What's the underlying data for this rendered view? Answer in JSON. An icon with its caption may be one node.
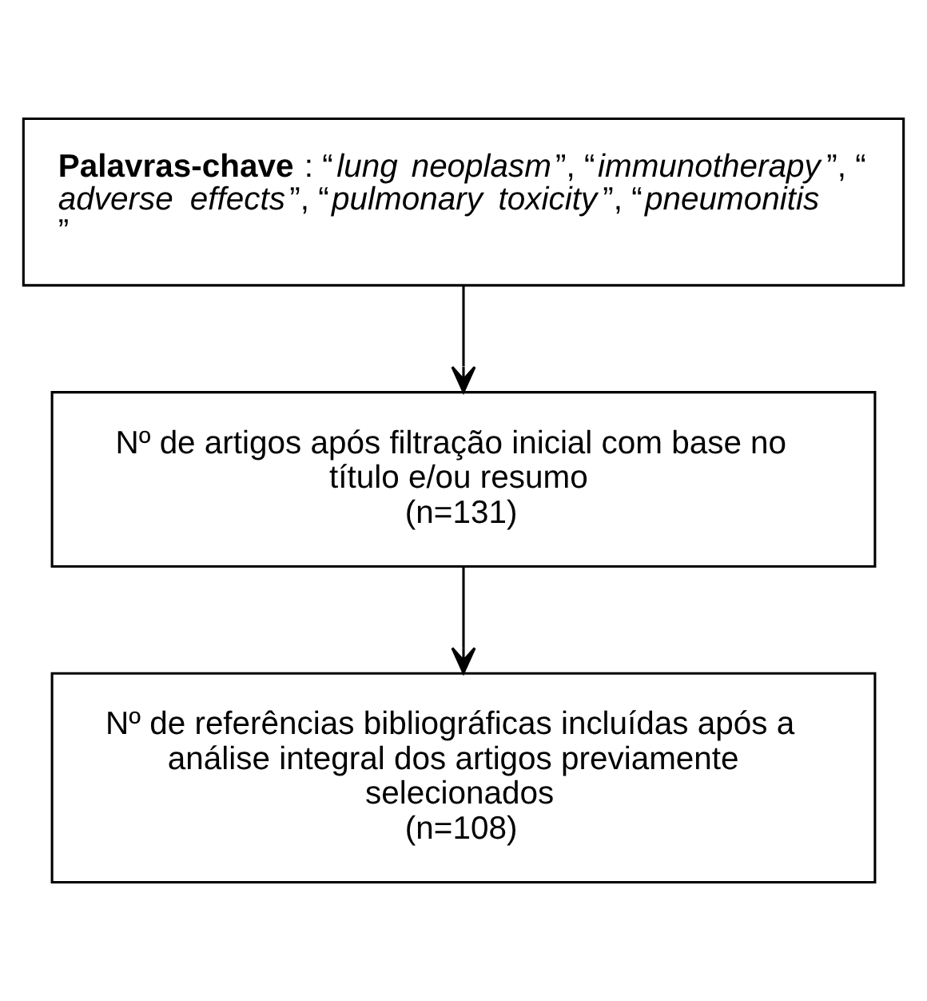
{
  "diagram": {
    "nodes": [
      {
        "text": [
          "**Palavras-chave**: “*lung neoplasm*”, “*immunotherapy*”, “*adverse effects*”, “*pulmonary toxicity*”, “*pneumonitis*”"
        ]
      },
      {
        "text": [
          "Nº de artigos após filtração inicial com base no título e/ou resumo",
          "(n=131)"
        ]
      },
      {
        "text": [
          "Nº de referências bibliográficas incluídas após a análise integral dos artigos previamente selecionados",
          "(n=108)"
        ]
      }
    ],
    "edges": [
      {
        "from": 0,
        "to": 1,
        "arrow": "to"
      },
      {
        "from": 1,
        "to": 2,
        "arrow": "to"
      }
    ]
  }
}
